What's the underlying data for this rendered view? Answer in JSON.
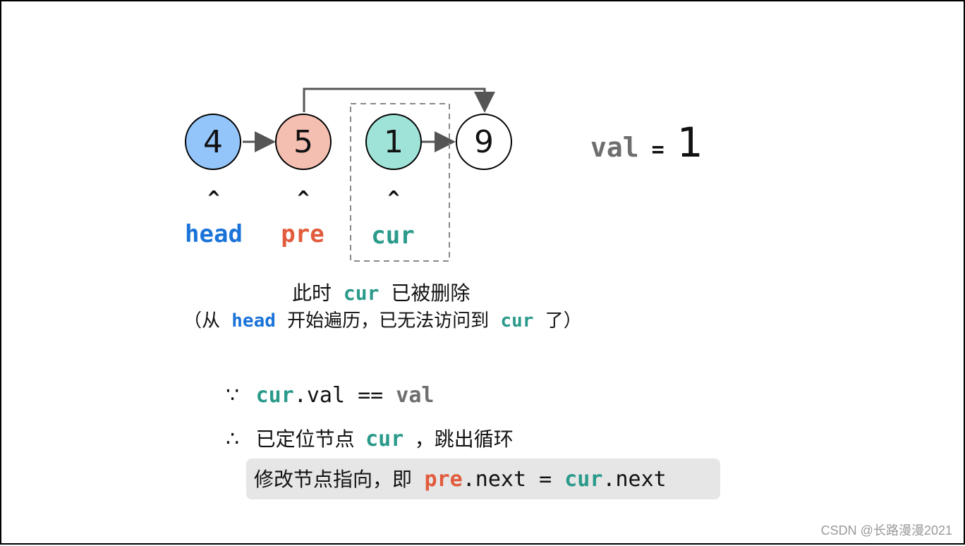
{
  "nodes": [
    {
      "value": "4",
      "fill": "#93c5fb"
    },
    {
      "value": "5",
      "fill": "#f4bfb1"
    },
    {
      "value": "1",
      "fill": "#9fe3d8"
    },
    {
      "value": "9",
      "fill": "#ffffff"
    }
  ],
  "caret": "^",
  "pointers": {
    "head": "head",
    "pre": "pre",
    "cur": "cur"
  },
  "colors": {
    "head": "#1a73d9",
    "pre": "#e15b3c",
    "cur": "#2a9a8a",
    "val": "#6e6e6e"
  },
  "val_label": {
    "name": "val",
    "eq": "=",
    "value": "1"
  },
  "note1": {
    "prefix": "此时",
    "var": "cur",
    "suffix": "已被删除"
  },
  "note2": {
    "open": "（从",
    "var1": "head",
    "middle": "开始遍历，已无法访问到",
    "var2": "cur",
    "close": "了）"
  },
  "step1": {
    "symbol": "∵",
    "var": "cur",
    "expr": ".val == ",
    "val": "val"
  },
  "step2": {
    "symbol": "∴",
    "text1": "已定位节点",
    "var": "cur",
    "text2": "，跳出循环"
  },
  "step3": {
    "text": "修改节点指向，即",
    "pre": "pre",
    "next1": ".next = ",
    "cur": "cur",
    "next2": ".next"
  },
  "watermark": "CSDN @长路漫漫2021"
}
